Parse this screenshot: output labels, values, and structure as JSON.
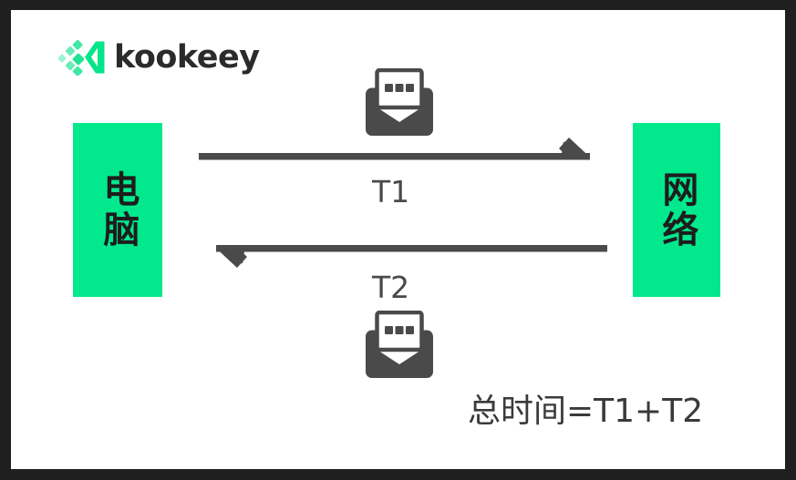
{
  "slide": {
    "border_color": "#1f1f1f",
    "canvas_color": "#ffffff",
    "accent_color": "#02E88C",
    "ink_color": "#4a4a4a"
  },
  "logo": {
    "mark_name": "kookeey-logo-mark",
    "wordmark": "kookeey"
  },
  "nodes": [
    {
      "id": "computer",
      "label": "电脑",
      "color": "#02E88C"
    },
    {
      "id": "network",
      "label": "网络",
      "color": "#02E88C"
    }
  ],
  "arrows": [
    {
      "id": "t1",
      "label": "T1",
      "direction": "right",
      "from": "computer",
      "to": "network"
    },
    {
      "id": "t2",
      "label": "T2",
      "direction": "left",
      "from": "network",
      "to": "computer"
    }
  ],
  "icons": [
    {
      "id": "envelope-top",
      "name": "open-envelope-message-icon"
    },
    {
      "id": "envelope-bottom",
      "name": "open-envelope-message-icon"
    }
  ],
  "formula": {
    "text": "总时间=T1+T2"
  }
}
